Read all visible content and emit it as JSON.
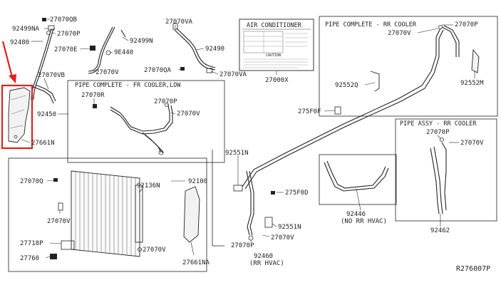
{
  "diagram_id": "R276007P",
  "labels": {
    "l27070qb": "27070QB",
    "l92499na": "92499NA",
    "l27070p_a": "27070P",
    "l92480": "92480",
    "l27070e": "27070E",
    "l27070vb": "27070VB",
    "l92450": "92450",
    "l27661n": "27661N",
    "l92499n": "92499N",
    "l9e440": "9E440",
    "l27070v_top": "27070V",
    "l27070va_a": "27070VA",
    "l92490": "92490",
    "l27070qa": "27070QA",
    "l27070va_b": "27070VA",
    "l27070r": "27070R",
    "l27070p_fr": "27070P",
    "l27070v_fr": "27070V",
    "l27000x": "27000X",
    "l27070p_rr": "27070P",
    "l27070v_rr": "27070V",
    "l92552q": "92552Q",
    "l92552m": "92552M",
    "l275f0f": "275F0F",
    "l27070p_assy": "27070P",
    "l27070v_assy": "27070V",
    "l92462": "92462",
    "l92551n_a": "92551N",
    "l275f0d": "275F0D",
    "l92551n_b": "92551N",
    "l27070v_low": "27070V",
    "l27070p_low": "27070P",
    "l92460": "92460",
    "l92460_note": "(RR HVAC)",
    "l92446": "92446",
    "l92446_note": "(NO RR HVAC)",
    "l27070q": "27070Q",
    "l92136n": "92136N",
    "l92100": "92100",
    "l27070v_cond": "27070V",
    "l27070v_bot": "27070V",
    "l27718p": "27718P",
    "l27760": "27760",
    "l27661na": "27661NA"
  },
  "boxes": {
    "fr_cooler_title": "PIPE COMPLETE - FR COOLER,LOW",
    "rr_cooler_title": "PIPE COMPLETE - RR COOLER",
    "assy_title": "PIPE ASSY - RR COOLER"
  },
  "ac_label": {
    "title": "AIR CONDITIONER",
    "caution": "CAUTION"
  },
  "colors": {
    "highlight": "#e0201b",
    "line": "#222222"
  }
}
